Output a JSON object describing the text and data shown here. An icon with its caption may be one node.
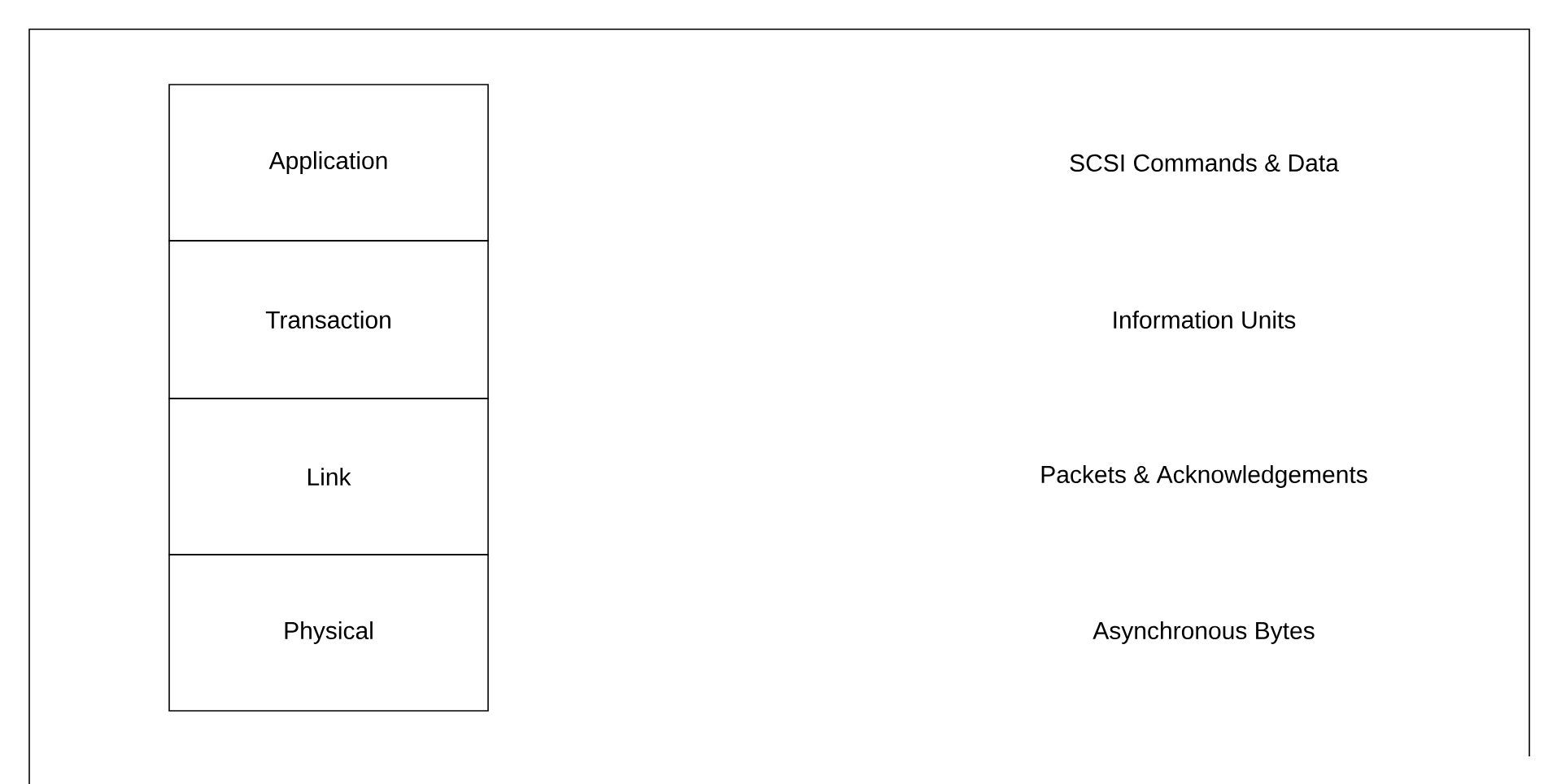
{
  "diagram": {
    "nodes": [
      {
        "text": [
          "Application"
        ]
      },
      {
        "text": [
          "Transaction"
        ]
      },
      {
        "text": [
          "Link"
        ]
      },
      {
        "text": [
          "Physical"
        ]
      }
    ],
    "labels": [
      "SCSI Commands & Data",
      "Information Units",
      "Packets & Acknowledgements",
      "Asynchronous Bytes"
    ]
  }
}
